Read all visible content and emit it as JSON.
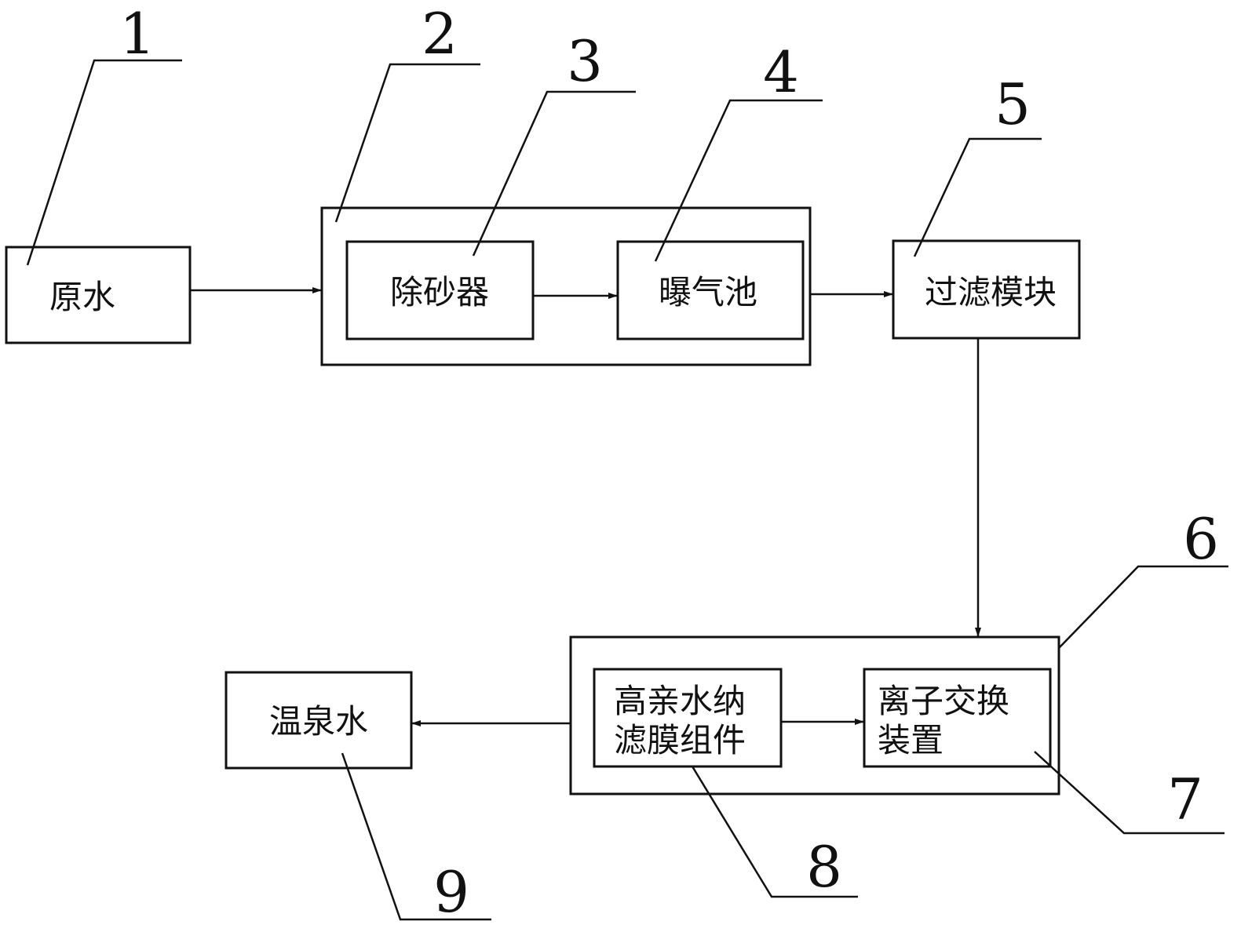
{
  "nodes": {
    "n1": "原水",
    "n3": "除砂器",
    "n4": "曝气池",
    "n5": "过滤模块",
    "n8_line1": "高亲水纳",
    "n8_line2": "滤膜组件",
    "n7_line1": "离子交换",
    "n7_line2": "装置",
    "n9": "温泉水"
  },
  "callouts": {
    "c1": "1",
    "c2": "2",
    "c3": "3",
    "c4": "4",
    "c5": "5",
    "c6": "6",
    "c7": "7",
    "c8": "8",
    "c9": "9"
  },
  "style": {
    "stroke": "#111111",
    "background": "#ffffff"
  }
}
